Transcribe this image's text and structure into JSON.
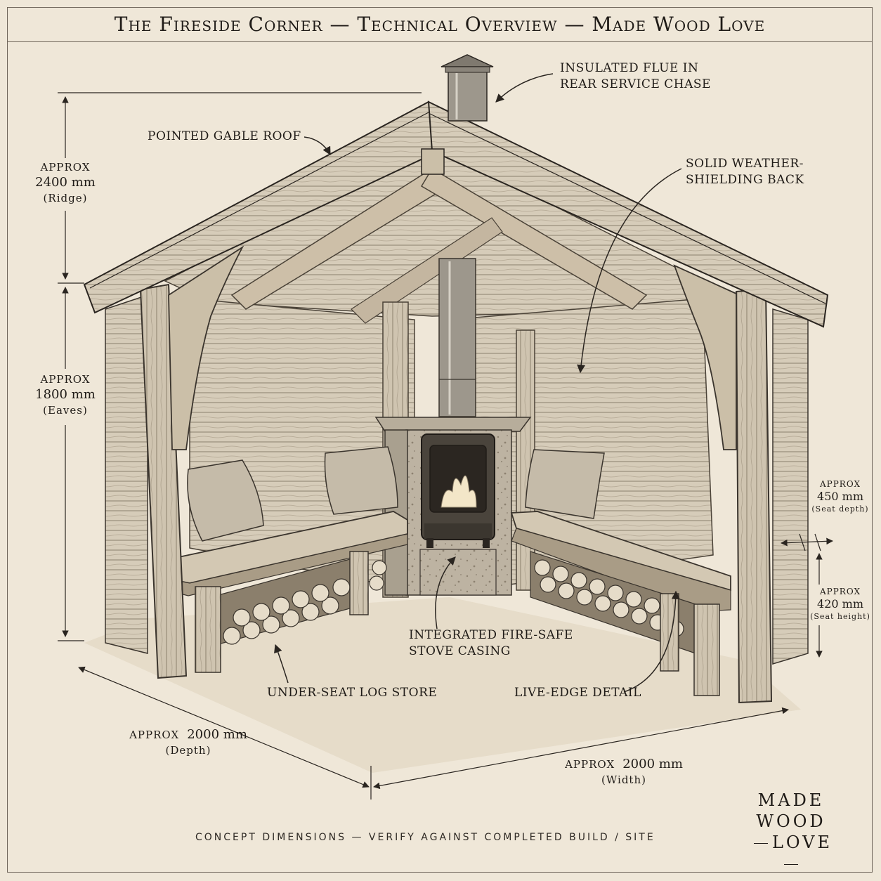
{
  "header": {
    "title": "The Fireside Corner — Technical Overview — Made Wood Love"
  },
  "callouts": {
    "flue_l1": "Insulated flue in",
    "flue_l2": "rear service chase",
    "roof": "Pointed gable roof",
    "back_l1": "Solid weather-",
    "back_l2": "shielding back",
    "stove_l1": "Integrated fire-safe",
    "stove_l2": "stove casing",
    "logstore": "Under-seat log store",
    "liveedge": "Live-edge detail"
  },
  "dimensions": {
    "ridge": {
      "approx": "Approx",
      "value": "2400 mm",
      "note": "(Ridge)"
    },
    "eaves": {
      "approx": "Approx",
      "value": "1800 mm",
      "note": "(Eaves)"
    },
    "seat_depth": {
      "approx": "Approx",
      "value": "450 mm",
      "note": "(Seat depth)"
    },
    "seat_height": {
      "approx": "Approx",
      "value": "420 mm",
      "note": "(Seat height)"
    },
    "depth": {
      "approx": "Approx",
      "value": "2000 mm",
      "note": "(Depth)"
    },
    "width": {
      "approx": "Approx",
      "value": "2000 mm",
      "note": "(Width)"
    }
  },
  "footer": {
    "note": "Concept dimensions — verify against completed build / site"
  },
  "logo": {
    "line1": "MADE",
    "line2": "WOOD",
    "line3": "LOVE"
  },
  "colors": {
    "paper": "#efe7d8",
    "ink": "#2a2520",
    "wood_light": "#d9cfbe",
    "wood_mid": "#b9ad98",
    "wood_dark": "#7a6e5e"
  }
}
